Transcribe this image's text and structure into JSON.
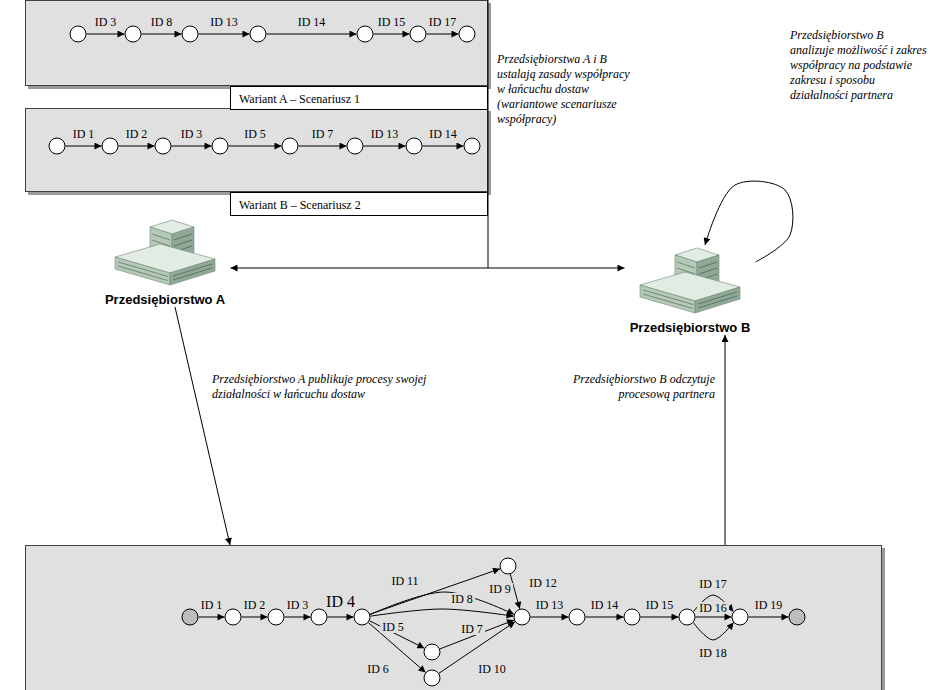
{
  "diagram": {
    "nodes": [
      {
        "text": [
          "Wariant A – Scenariusz 1"
        ]
      },
      {
        "text": [],
        "in": 0
      },
      {
        "text": [],
        "in": 0
      },
      {
        "text": [],
        "in": 0
      },
      {
        "text": [],
        "in": 0
      },
      {
        "text": [],
        "in": 0
      },
      {
        "text": [],
        "in": 0
      },
      {
        "text": [],
        "in": 0
      },
      {
        "text": [
          "Wariant B – Scenariusz 2"
        ]
      },
      {
        "text": [],
        "in": 8
      },
      {
        "text": [],
        "in": 8
      },
      {
        "text": [],
        "in": 8
      },
      {
        "text": [],
        "in": 8
      },
      {
        "text": [],
        "in": 8
      },
      {
        "text": [],
        "in": 8
      },
      {
        "text": [],
        "in": 8
      },
      {
        "text": [],
        "in": 8
      },
      {
        "text": [
          "Przedsiębiorstwo A"
        ]
      },
      {
        "text": [
          "Przedsiębiorstwo B"
        ]
      },
      {
        "text": []
      },
      {
        "text": [],
        "in": 19
      },
      {
        "text": [],
        "in": 19
      },
      {
        "text": [],
        "in": 19
      },
      {
        "text": [],
        "in": 19
      },
      {
        "text": [],
        "in": 19
      },
      {
        "text": [],
        "in": 19
      },
      {
        "text": [],
        "in": 19
      },
      {
        "text": [],
        "in": 19
      },
      {
        "text": [],
        "in": 19
      },
      {
        "text": [],
        "in": 19
      },
      {
        "text": [],
        "in": 19
      },
      {
        "text": [],
        "in": 19
      },
      {
        "text": [],
        "in": 19
      },
      {
        "text": [],
        "in": 19
      }
    ],
    "edges": [
      {
        "from": 1,
        "to": 2,
        "arrow": "to",
        "label": "ID 3"
      },
      {
        "from": 2,
        "to": 3,
        "arrow": "to",
        "label": "ID 8"
      },
      {
        "from": 3,
        "to": 4,
        "arrow": "to",
        "label": "ID 13"
      },
      {
        "from": 4,
        "to": 5,
        "arrow": "to",
        "label": "ID 14"
      },
      {
        "from": 5,
        "to": 6,
        "arrow": "to",
        "label": "ID 15"
      },
      {
        "from": 6,
        "to": 7,
        "arrow": "to",
        "label": "ID 17"
      },
      {
        "from": 9,
        "to": 10,
        "arrow": "to",
        "label": "ID 1"
      },
      {
        "from": 10,
        "to": 11,
        "arrow": "to",
        "label": "ID 2"
      },
      {
        "from": 11,
        "to": 12,
        "arrow": "to",
        "label": "ID 3"
      },
      {
        "from": 12,
        "to": 13,
        "arrow": "to",
        "label": "ID 5"
      },
      {
        "from": 13,
        "to": 14,
        "arrow": "to",
        "label": "ID 7"
      },
      {
        "from": 14,
        "to": 15,
        "arrow": "to",
        "label": "ID 13"
      },
      {
        "from": 15,
        "to": 16,
        "arrow": "to",
        "label": "ID 14"
      },
      {
        "from": 17,
        "to": 18,
        "arrow": "both"
      },
      {
        "from": 17,
        "to": 19,
        "arrow": "to",
        "label": "Przedsiębiorstwo A publikuje procesy swojej działalności w łańcuchu dostaw"
      },
      {
        "from": 19,
        "to": 18,
        "arrow": "to",
        "label": "Przedsiębiorstwo B odczytuje procesową partnera"
      },
      {
        "from": 18,
        "to": 18,
        "arrow": "to",
        "label": "Przedsiębiorstwo B analizuje możliwość i zakres współpracy na podstawie zakresu i sposobu działalności partnera"
      },
      {
        "from": 20,
        "to": 21,
        "arrow": "to",
        "label": "ID 1"
      },
      {
        "from": 21,
        "to": 22,
        "arrow": "to",
        "label": "ID 2"
      },
      {
        "from": 22,
        "to": 23,
        "arrow": "to",
        "label": "ID 3"
      },
      {
        "from": 23,
        "to": 24,
        "arrow": "to",
        "label": "ID 4"
      },
      {
        "from": 24,
        "to": 25,
        "arrow": "to",
        "label": "ID 11"
      },
      {
        "from": 25,
        "to": 26,
        "arrow": "to",
        "label": "ID 12"
      },
      {
        "from": 24,
        "to": 26,
        "arrow": "to",
        "label": "ID 9"
      },
      {
        "from": 24,
        "to": 26,
        "arrow": "to",
        "label": "ID 8"
      },
      {
        "from": 24,
        "to": 27,
        "arrow": "to",
        "label": "ID 5"
      },
      {
        "from": 27,
        "to": 26,
        "arrow": "to",
        "label": "ID 7"
      },
      {
        "from": 24,
        "to": 28,
        "arrow": "to",
        "label": "ID 6"
      },
      {
        "from": 28,
        "to": 26,
        "arrow": "to",
        "label": "ID 10"
      },
      {
        "from": 26,
        "to": 29,
        "arrow": "to",
        "label": "ID 13"
      },
      {
        "from": 29,
        "to": 30,
        "arrow": "to",
        "label": "ID 14"
      },
      {
        "from": 30,
        "to": 31,
        "arrow": "to",
        "label": "ID 15"
      },
      {
        "from": 31,
        "to": 32,
        "arrow": "to",
        "label": "ID 17"
      },
      {
        "from": 31,
        "to": 32,
        "arrow": "to",
        "label": "ID 16"
      },
      {
        "from": 31,
        "to": 32,
        "arrow": "to",
        "label": "ID 18"
      },
      {
        "from": 32,
        "to": 33,
        "arrow": "to",
        "label": "ID 19"
      }
    ],
    "labels": [
      "Przedsiębiorstwa A i B ustalają zasady współpracy w łańcuchu dostaw (wariantowe scenariusze współpracy)"
    ]
  }
}
